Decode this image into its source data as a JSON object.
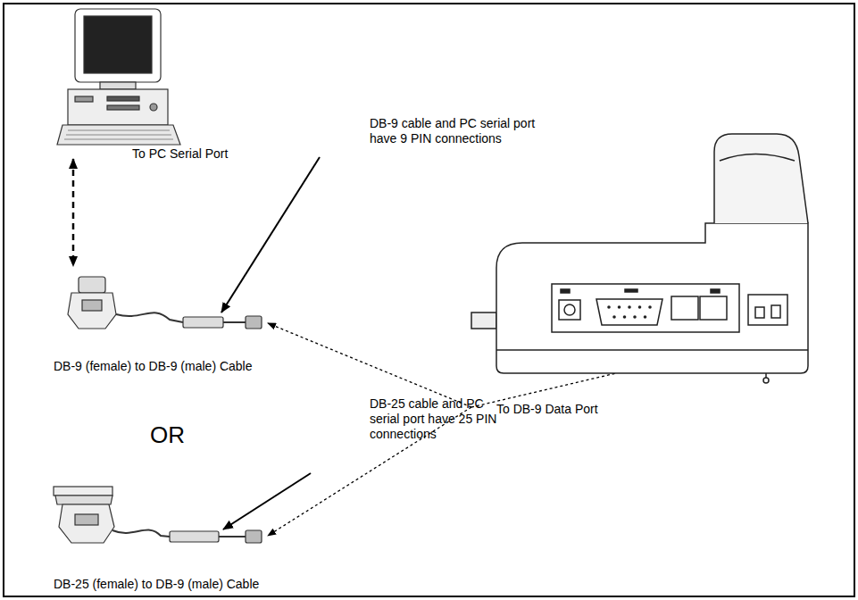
{
  "diagram": {
    "labels": [
      "To PC Serial Port",
      "DB-9 cable and PC serial port have 9 PIN connections",
      "DB-9 (female) to DB-9 (male) Cable",
      "OR",
      "DB-25 cable and PC serial port have 25 PIN connections",
      "To DB-9 Data Port",
      "DB-25 (female) to DB-9 (male) Cable"
    ]
  }
}
